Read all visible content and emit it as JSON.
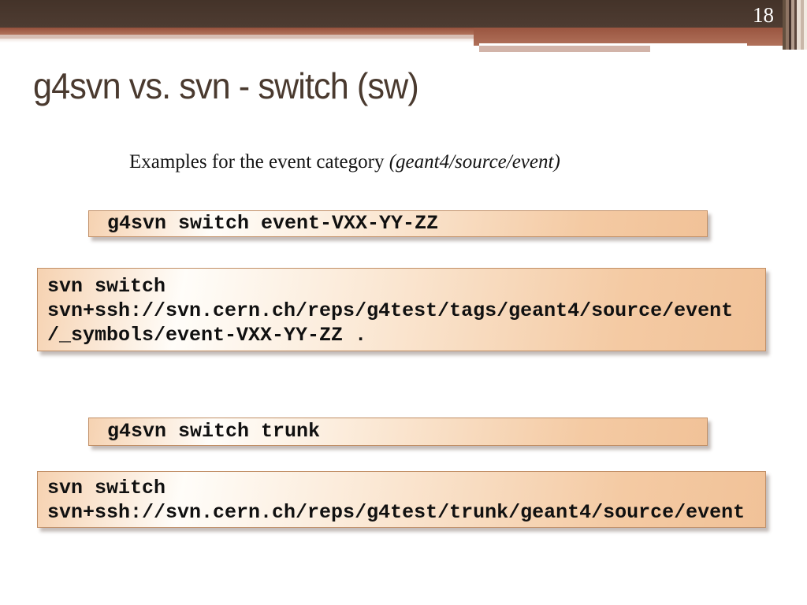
{
  "slide": {
    "page_number": "18",
    "title": "g4svn vs. svn - switch (sw)",
    "subtitle": {
      "regular": "Examples for the event category ",
      "italic": "(geant4/source/event)"
    },
    "code_boxes": [
      {
        "name": "g4svn-switch-tag-command",
        "lines": [
          "g4svn switch event-VXX-YY-ZZ"
        ]
      },
      {
        "name": "svn-switch-tag-command",
        "lines": [
          "svn switch",
          "svn+ssh://svn.cern.ch/reps/g4test/tags/geant4/source/event",
          "/_symbols/event-VXX-YY-ZZ ."
        ]
      },
      {
        "name": "g4svn-switch-trunk-command",
        "lines": [
          "g4svn switch trunk"
        ]
      },
      {
        "name": "svn-switch-trunk-command",
        "lines": [
          "svn switch",
          "svn+ssh://svn.cern.ch/reps/g4test/trunk/geant4/source/event"
        ]
      }
    ],
    "colors": {
      "header_dark": "#4a3930",
      "header_rust": "#a05a44",
      "header_pink": "#d7beb4",
      "title_text": "#4a3a2f",
      "box_border": "#c18f66",
      "box_peach": "#f2c59c",
      "page_number_text": "#ffffff"
    }
  }
}
